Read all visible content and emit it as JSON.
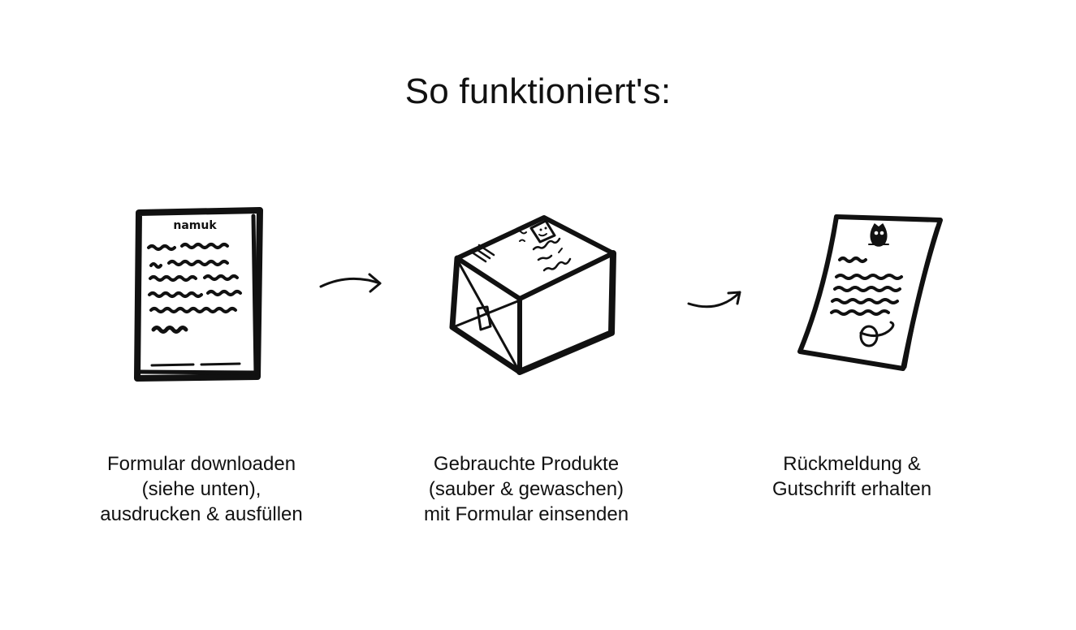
{
  "title": "So funktioniert's:",
  "steps": [
    {
      "id": "step-1",
      "icon": "form-document-icon",
      "illustration_text": "namuk",
      "lines": [
        "Formular downloaden",
        "(siehe unten),",
        "ausdrucken & ausfüllen"
      ]
    },
    {
      "id": "step-2",
      "icon": "parcel-box-icon",
      "lines": [
        "Gebrauchte Produkte",
        "(sauber & gewaschen)",
        "mit Formular einsenden"
      ]
    },
    {
      "id": "step-3",
      "icon": "credit-letter-icon",
      "lines": [
        "Rückmeldung &",
        "Gutschrift erhalten"
      ]
    }
  ],
  "connectors": [
    "arrow-right-icon",
    "arrow-right-icon"
  ],
  "colors": {
    "ink": "#111111",
    "background": "#ffffff"
  }
}
